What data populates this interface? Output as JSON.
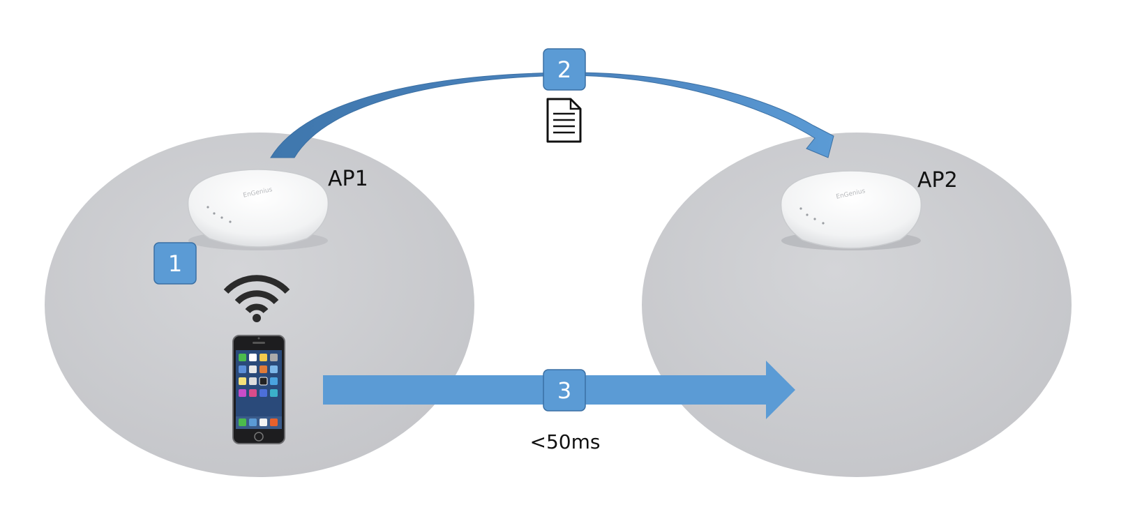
{
  "diagram": {
    "access_points": [
      {
        "label": "AP1"
      },
      {
        "label": "AP2"
      }
    ],
    "steps": [
      {
        "number": "1"
      },
      {
        "number": "2"
      },
      {
        "number": "3"
      }
    ],
    "latency_label": "<50ms",
    "icons": [
      "access-point-icon",
      "wifi-signal-icon",
      "smartphone-icon",
      "document-icon",
      "roaming-arrow",
      "handoff-arrow"
    ],
    "colors": {
      "accent_blue": "#5b9bd5",
      "arc_blue": "#4a7fb5",
      "coverage_gray": "#c7c8cc",
      "text": "#111111"
    }
  }
}
